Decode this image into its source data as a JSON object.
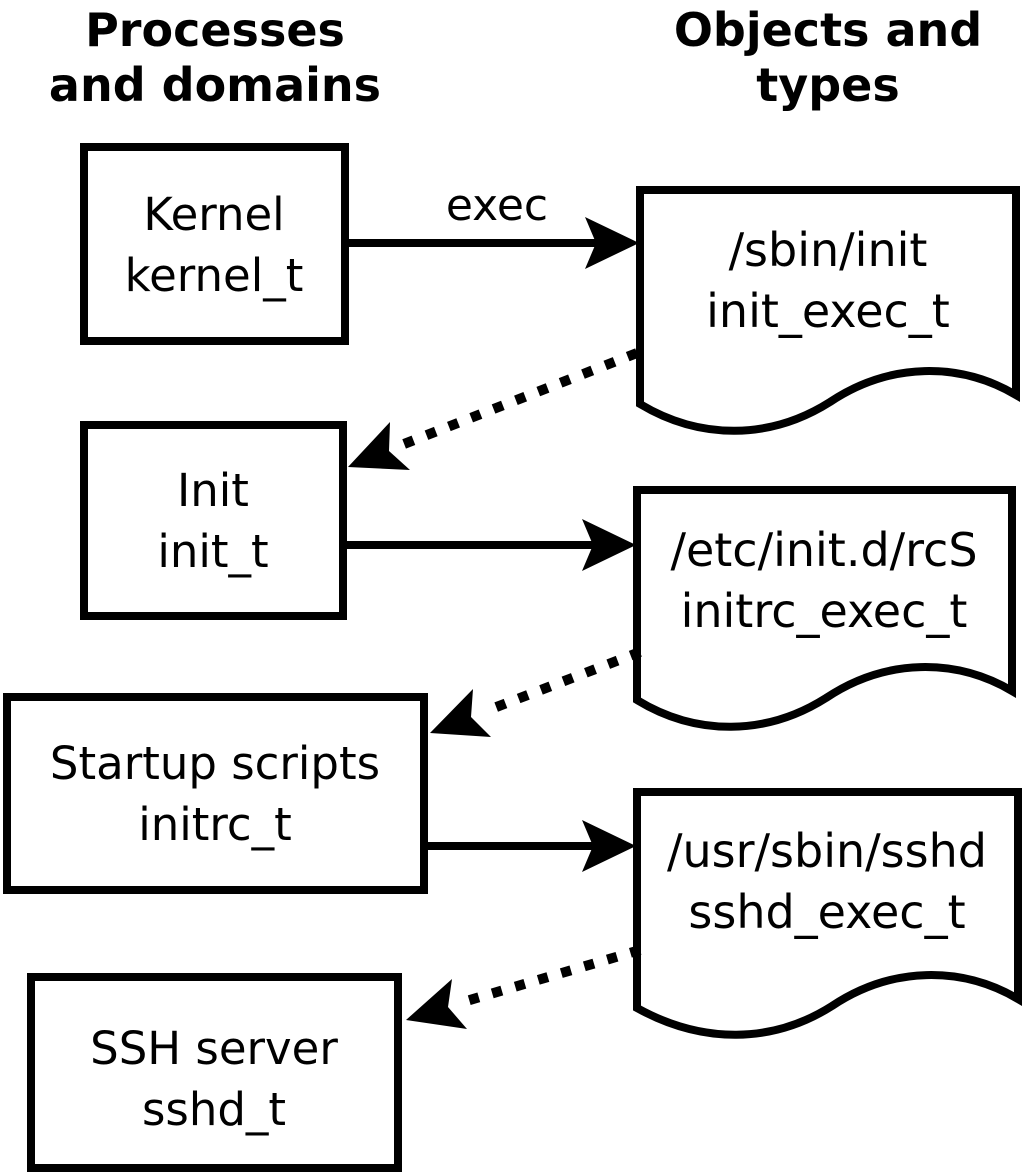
{
  "headers": {
    "processes": {
      "line1": "Processes",
      "line2": "and domains"
    },
    "objects": {
      "line1": "Objects and",
      "line2": "types"
    }
  },
  "process_boxes": [
    {
      "label": "Kernel",
      "type": "kernel_t"
    },
    {
      "label": "Init",
      "type": "init_t"
    },
    {
      "label": "Startup scripts",
      "type": "initrc_t"
    },
    {
      "label": "SSH server",
      "type": "sshd_t"
    }
  ],
  "object_docs": [
    {
      "path": "/sbin/init",
      "type": "init_exec_t"
    },
    {
      "path": "/etc/init.d/rcS",
      "type": "initrc_exec_t"
    },
    {
      "path": "/usr/sbin/sshd",
      "type": "sshd_exec_t"
    }
  ],
  "arrows": {
    "exec_label": "exec",
    "solid": [
      {
        "from": "Kernel (kernel_t)",
        "to": "/sbin/init (init_exec_t)",
        "label": "exec"
      },
      {
        "from": "Init (init_t)",
        "to": "/etc/init.d/rcS (initrc_exec_t)",
        "label": ""
      },
      {
        "from": "Startup scripts (initrc_t)",
        "to": "/usr/sbin/sshd (sshd_exec_t)",
        "label": ""
      }
    ],
    "dotted": [
      {
        "from": "/sbin/init (init_exec_t)",
        "to": "Init (init_t)"
      },
      {
        "from": "/etc/init.d/rcS (initrc_exec_t)",
        "to": "Startup scripts (initrc_t)"
      },
      {
        "from": "/usr/sbin/sshd (sshd_exec_t)",
        "to": "SSH server (sshd_t)"
      }
    ]
  },
  "colors": {
    "foreground": "#000000",
    "background": "#ffffff"
  }
}
